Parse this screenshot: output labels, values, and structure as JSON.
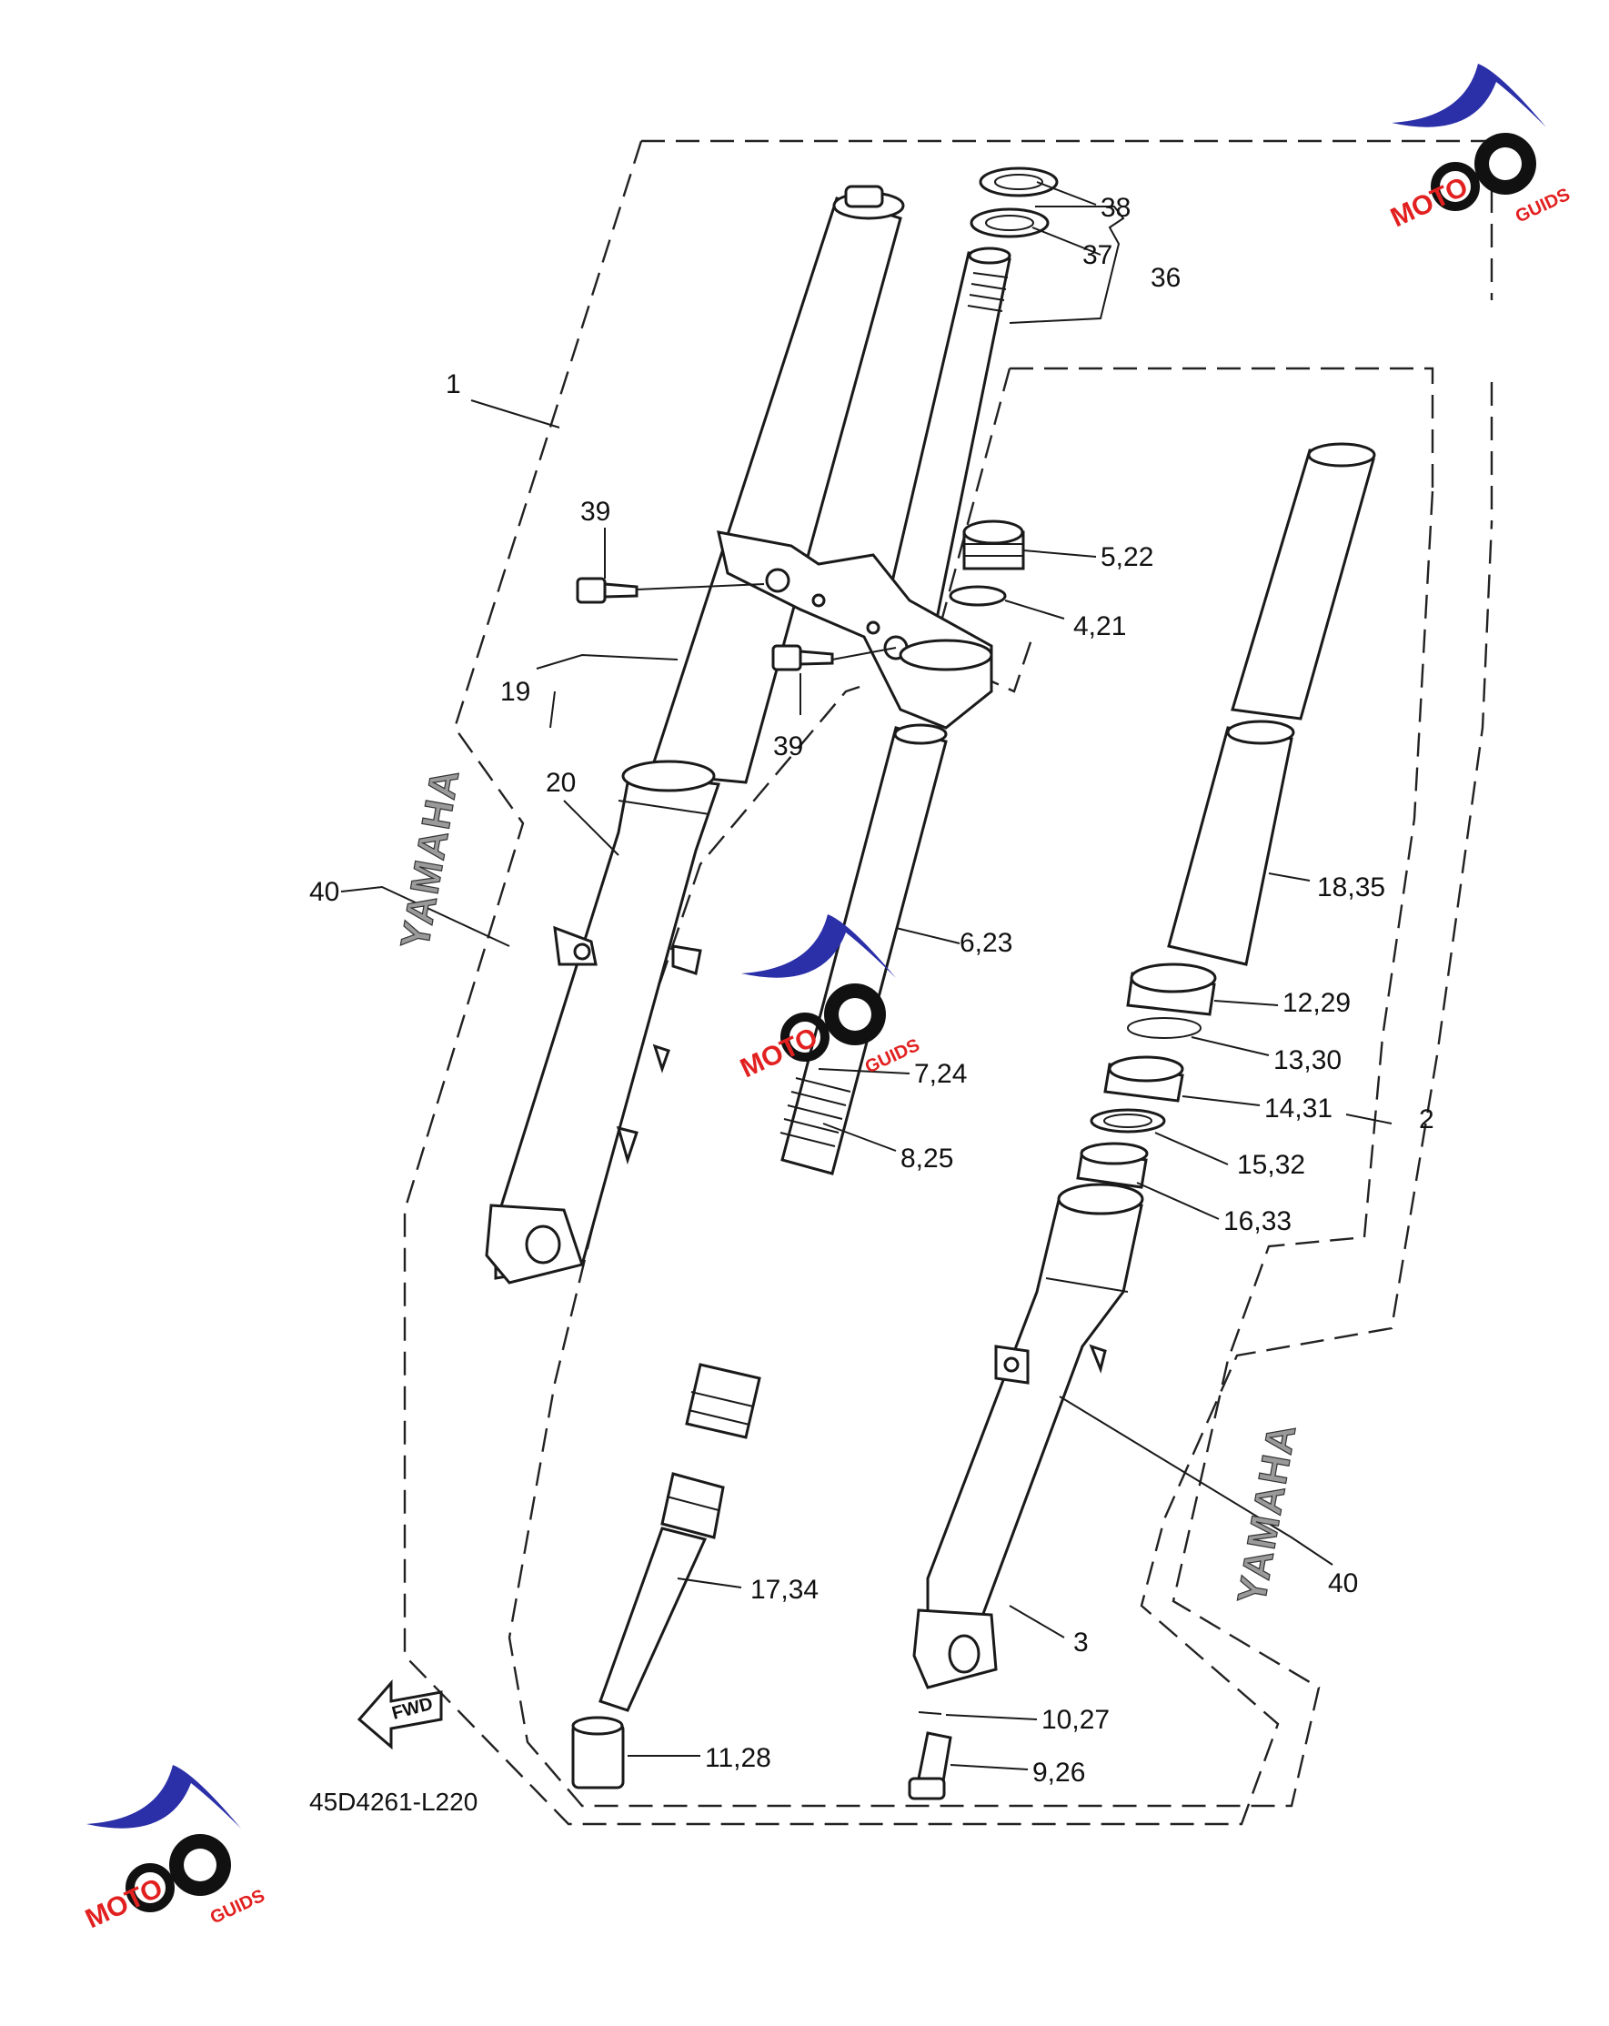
{
  "diagram": {
    "drawing_code": "45D4261-L220",
    "fwd_label": "FWD",
    "brand_left": "YAMAHA",
    "brand_right": "YAMAHA",
    "watermark": {
      "word": "MOTO",
      "suffix": "GUIDS"
    },
    "callouts": [
      {
        "id": "c1",
        "text": "1"
      },
      {
        "id": "c2",
        "text": "2"
      },
      {
        "id": "c3",
        "text": "3"
      },
      {
        "id": "c38",
        "text": "38"
      },
      {
        "id": "c37",
        "text": "37"
      },
      {
        "id": "c36",
        "text": "36"
      },
      {
        "id": "c39a",
        "text": "39"
      },
      {
        "id": "c39b",
        "text": "39"
      },
      {
        "id": "c5",
        "text": "5,22"
      },
      {
        "id": "c4",
        "text": "4,21"
      },
      {
        "id": "c19",
        "text": "19"
      },
      {
        "id": "c20",
        "text": "20"
      },
      {
        "id": "c40a",
        "text": "40"
      },
      {
        "id": "c40b",
        "text": "40"
      },
      {
        "id": "c18",
        "text": "18,35"
      },
      {
        "id": "c6",
        "text": "6,23"
      },
      {
        "id": "c12",
        "text": "12,29"
      },
      {
        "id": "c13",
        "text": "13,30"
      },
      {
        "id": "c7",
        "text": "7,24"
      },
      {
        "id": "c14",
        "text": "14,31"
      },
      {
        "id": "c8",
        "text": "8,25"
      },
      {
        "id": "c15",
        "text": "15,32"
      },
      {
        "id": "c16",
        "text": "16,33"
      },
      {
        "id": "c17",
        "text": "17,34"
      },
      {
        "id": "c10",
        "text": "10,27"
      },
      {
        "id": "c11",
        "text": "11,28"
      },
      {
        "id": "c9",
        "text": "9,26"
      }
    ]
  }
}
